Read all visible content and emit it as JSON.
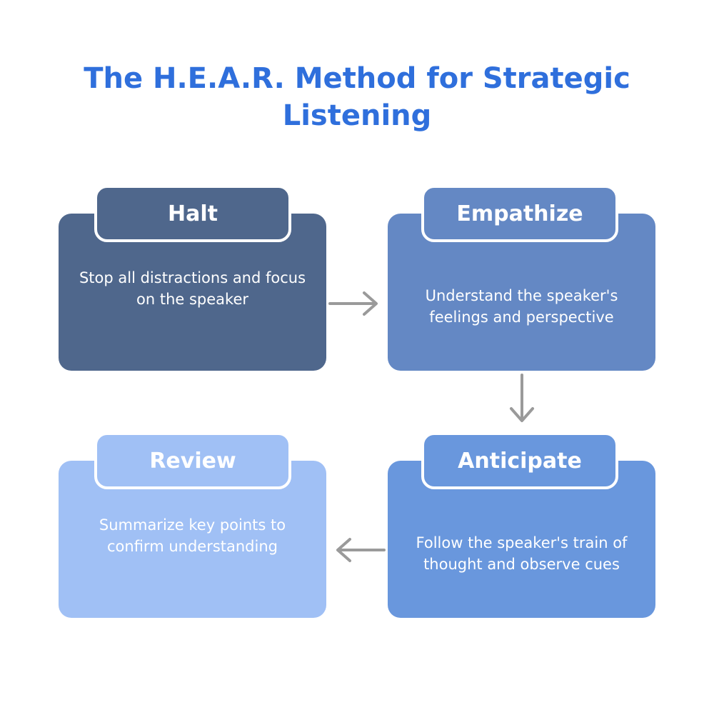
{
  "title": "The H.E.A.R. Method for Strategic Listening",
  "steps": [
    {
      "label": "Halt",
      "description": "Stop all distractions and focus on the speaker"
    },
    {
      "label": "Empathize",
      "description": "Understand the speaker's feelings and perspective"
    },
    {
      "label": "Anticipate",
      "description": "Follow the speaker's train of thought and observe cues"
    },
    {
      "label": "Review",
      "description": "Summarize key points to confirm understanding"
    }
  ],
  "colors": {
    "title": "#2f6fdc",
    "halt": "#4f678c",
    "empathize": "#6488c4",
    "anticipate": "#6997dd",
    "review": "#a0c0f5",
    "arrow": "#9a9a9a"
  }
}
